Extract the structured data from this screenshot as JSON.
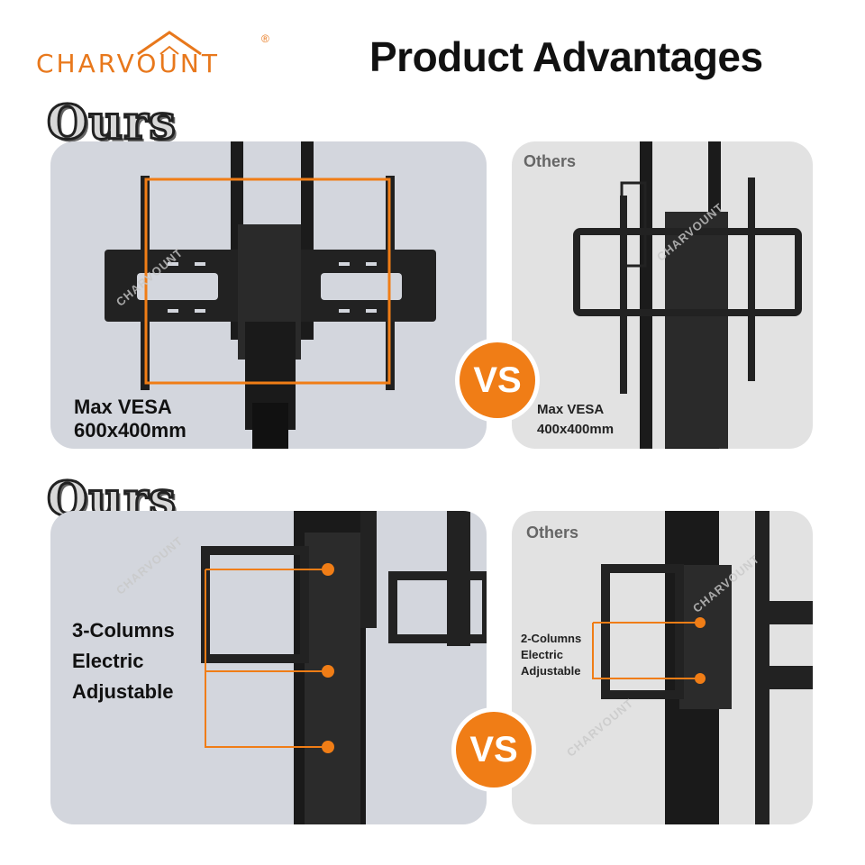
{
  "header": {
    "logo_text": "CHARVOUNT",
    "logo_reg": "®",
    "title": "Product Advantages"
  },
  "colors": {
    "accent": "#f07d16",
    "logo": "#e8781c",
    "panel_ours": "#d3d6dd",
    "panel_other": "#e2e2e2"
  },
  "section1": {
    "ours_label": "Ours",
    "ours_caption_line1": "Max VESA",
    "ours_caption_line2": "600x400mm",
    "vs": "VS",
    "others_label": "Others",
    "others_caption_line1": "Max VESA",
    "others_caption_line2": "400x400mm"
  },
  "section2": {
    "ours_label": "Ours",
    "ours_caption_line1": "3-Columns",
    "ours_caption_line2": "Electric",
    "ours_caption_line3": "Adjustable",
    "vs": "VS",
    "others_label": "Others",
    "others_caption_line1": "2-Columns",
    "others_caption_line2": "Electric",
    "others_caption_line3": "Adjustable"
  },
  "watermark": "CHARVOUNT"
}
